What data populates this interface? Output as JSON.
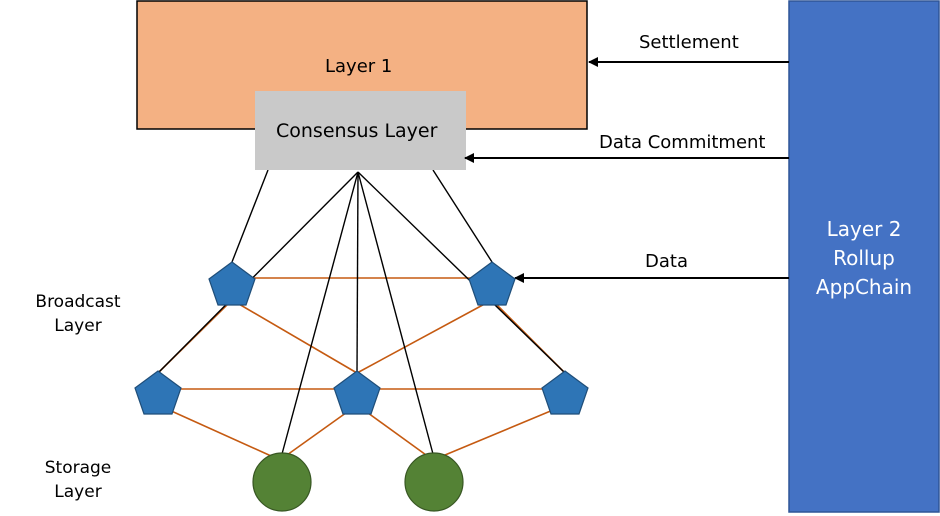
{
  "layer1": {
    "label": "Layer 1",
    "fill": "#f4b183",
    "stroke": "#000000"
  },
  "consensus": {
    "label": "Consensus Layer",
    "fill": "#c9c9c9"
  },
  "layer2": {
    "line1": "Layer 2",
    "line2": "Rollup",
    "line3": "AppChain",
    "fill": "#4472c4",
    "stroke": "#2f5597"
  },
  "arrows": {
    "settlement": "Settlement",
    "data_commitment": "Data Commitment",
    "data": "Data"
  },
  "side_labels": {
    "broadcast_line1": "Broadcast",
    "broadcast_line2": "Layer",
    "storage_line1": "Storage",
    "storage_line2": "Layer"
  },
  "colors": {
    "pentagon_fill": "#2e75b6",
    "pentagon_stroke": "#1f4e79",
    "storage_fill": "#548235",
    "storage_stroke": "#385723",
    "mesh_line": "#c55a11",
    "connector_line": "#000000"
  }
}
